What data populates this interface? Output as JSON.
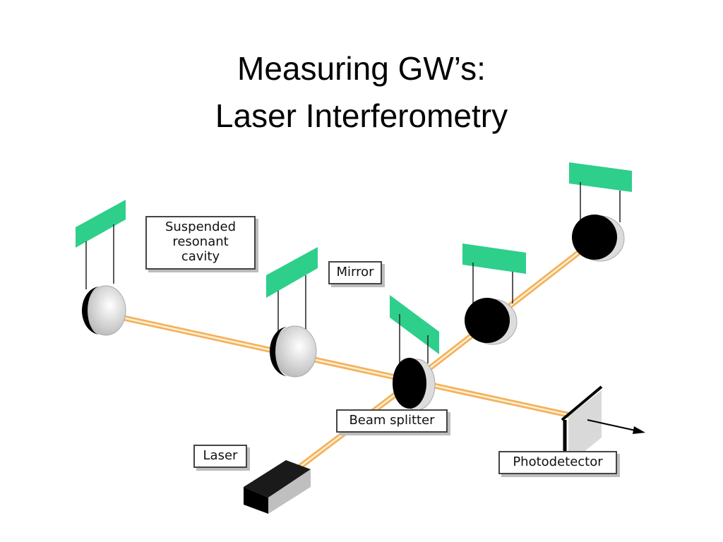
{
  "slide": {
    "title_line1": "Measuring GW’s:",
    "title_line2": "Laser Interferometry"
  },
  "labels": {
    "cavity_line1": "Suspended",
    "cavity_line2": "resonant",
    "cavity_line3": "cavity",
    "mirror": "Mirror",
    "beam_splitter": "Beam splitter",
    "laser": "Laser",
    "photodetector": "Photodetector"
  },
  "colors": {
    "suspension_plate": "#2ecf8a",
    "laser_beam": "#f3b25f",
    "beam_core": "#fff0cf",
    "mirror_dark": "#000000",
    "mirror_light": "#dcdcdc"
  }
}
